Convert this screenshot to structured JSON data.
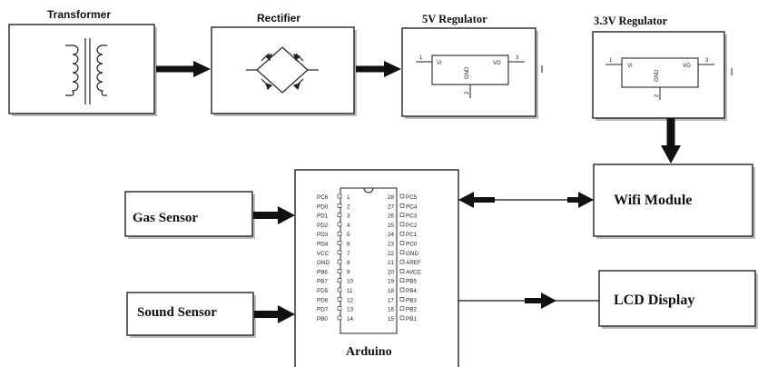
{
  "blocks": {
    "transformer": "Transformer",
    "rectifier": "Rectifier",
    "reg5": "5V Regulator",
    "reg33": "3.3V  Regulator",
    "gas": "Gas Sensor",
    "sound": "Sound Sensor",
    "wifi": "Wifi  Module",
    "lcd": "LCD Display",
    "arduino": "Arduino"
  },
  "regulator_pins": {
    "vi": "VI",
    "vo": "VO",
    "gnd": "GND",
    "in": "1",
    "out": "3",
    "ground": "2"
  },
  "arduino_pins": {
    "left": [
      {
        "name": "PC6",
        "num": "1"
      },
      {
        "name": "PD0",
        "num": "2"
      },
      {
        "name": "PD1",
        "num": "3"
      },
      {
        "name": "PD2",
        "num": "4"
      },
      {
        "name": "PD3",
        "num": "5"
      },
      {
        "name": "PD4",
        "num": "6"
      },
      {
        "name": "VCC",
        "num": "7"
      },
      {
        "name": "GND",
        "num": "8"
      },
      {
        "name": "PB6",
        "num": "9"
      },
      {
        "name": "PB7",
        "num": "10"
      },
      {
        "name": "PD5",
        "num": "11"
      },
      {
        "name": "PD6",
        "num": "12"
      },
      {
        "name": "PD7",
        "num": "13"
      },
      {
        "name": "PB0",
        "num": "14"
      }
    ],
    "right": [
      {
        "num": "28",
        "name": "PC5"
      },
      {
        "num": "27",
        "name": "PC4"
      },
      {
        "num": "26",
        "name": "PC3"
      },
      {
        "num": "25",
        "name": "PC2"
      },
      {
        "num": "24",
        "name": "PC1"
      },
      {
        "num": "23",
        "name": "PC0"
      },
      {
        "num": "22",
        "name": "GND"
      },
      {
        "num": "21",
        "name": "AREF"
      },
      {
        "num": "20",
        "name": "AVCC"
      },
      {
        "num": "19",
        "name": "PB5"
      },
      {
        "num": "18",
        "name": "PB4"
      },
      {
        "num": "17",
        "name": "PB3"
      },
      {
        "num": "16",
        "name": "PB2"
      },
      {
        "num": "15",
        "name": "PB1"
      }
    ]
  }
}
